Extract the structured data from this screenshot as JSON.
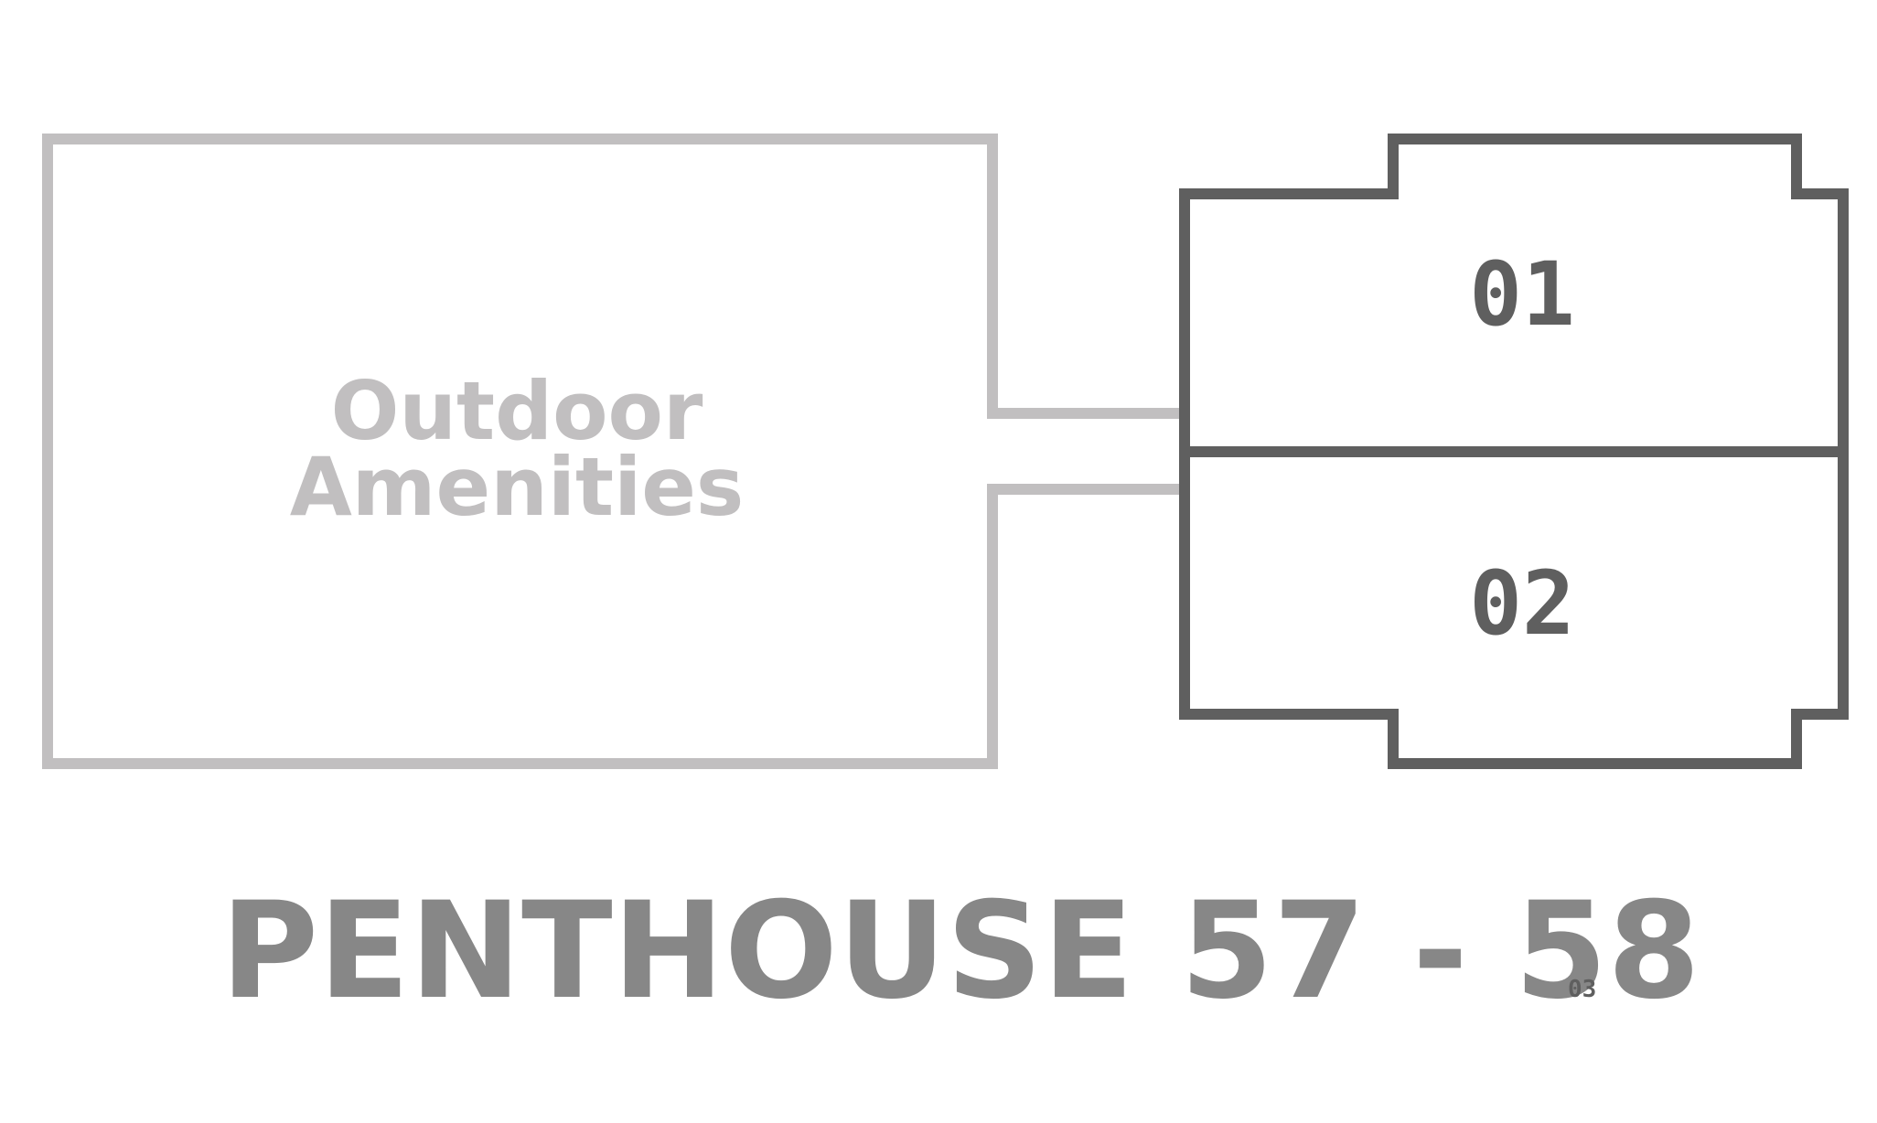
{
  "amenities": {
    "line1": "Outdoor",
    "line2": "Amenities"
  },
  "units": [
    {
      "label": "01"
    },
    {
      "label": "02"
    }
  ],
  "title": {
    "main": "PENTHOUSE 57 - 58",
    "suffix": "03"
  },
  "colors": {
    "amenity_outline": "#c1bfc0",
    "unit_outline": "#5f5f5f",
    "title_text": "#878787"
  }
}
